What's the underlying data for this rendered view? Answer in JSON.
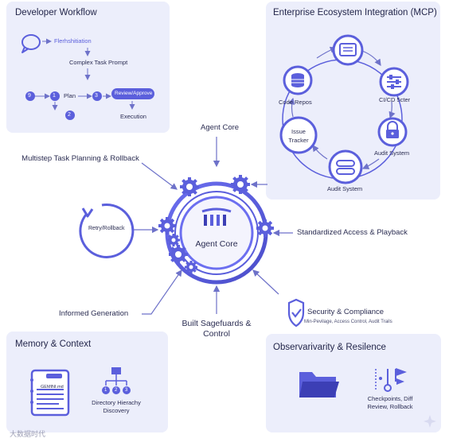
{
  "developer_workflow": {
    "title": "Developer Workflow",
    "prompt_label": "Flerhshitiation",
    "complex_task": "Complex Task Prompt",
    "plan": "Plan",
    "review": "Review/Approve",
    "execution": "Execution",
    "steps": [
      "9",
      "1",
      "3",
      "2"
    ]
  },
  "enterprise": {
    "title": "Enterprise Ecosystem Integration (MCP)",
    "code_repos": "Code Repos",
    "cicd": "CI/CD 5cter",
    "issue_tracker": "Issue Tracker",
    "audit_system_right": "Audit System",
    "audit_system_bottom": "Audit System"
  },
  "center": {
    "title": "Agent Core",
    "top_label": "Agent Core"
  },
  "left_labels": {
    "planning": "Multistep Task Planning & Rollback",
    "retry": "Retry/Rollback",
    "informed": "Informed Generation"
  },
  "right_labels": {
    "access": "Standardized Access & Playback",
    "security_title": "Security & Compliance",
    "security_sub": "Min-Pevilage, Access Control, Audit Trails"
  },
  "bottom_label": "Built Sagefuards & Control",
  "memory": {
    "title": "Memory & Context",
    "doc_label": "GEMINI.md",
    "dir_label": "Directory Hierachy Discovery",
    "nodes": [
      "1",
      "2",
      "3"
    ]
  },
  "observability": {
    "title": "Observarivarity & Resilence",
    "checkpoints": "Checkpoints, Diff Review, Rollback"
  },
  "watermark": "大数据时代",
  "colors": {
    "accent": "#5b5fdc",
    "panel": "#eceefb",
    "arrow": "#6e72c9"
  }
}
